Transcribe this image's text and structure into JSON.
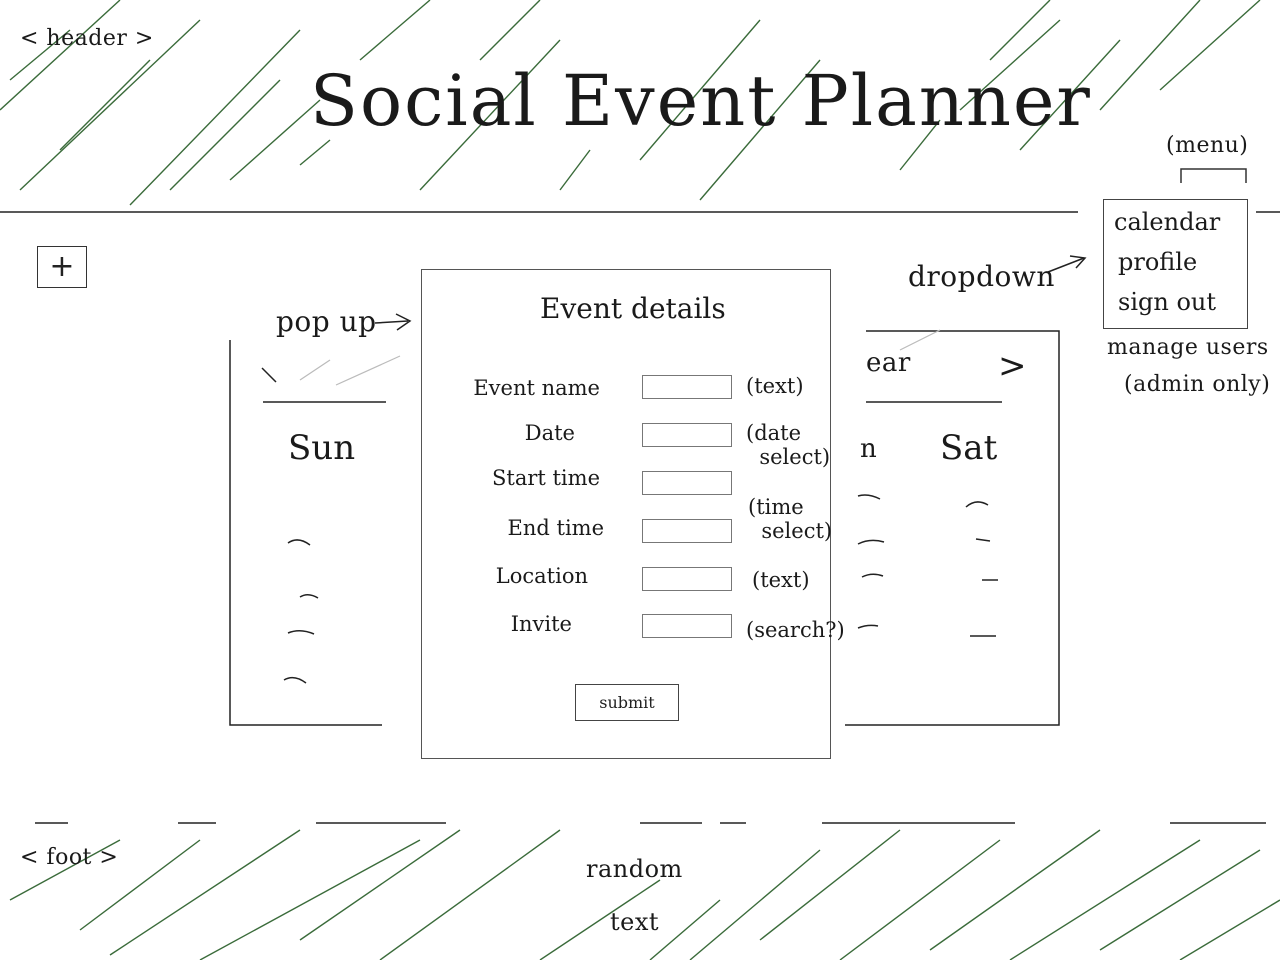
{
  "header": {
    "annotation": "< header >",
    "title": "Social Event Planner"
  },
  "menu": {
    "annotation": "(menu)",
    "dropdown_note": "dropdown",
    "items": [
      "calendar",
      "profile",
      "sign out"
    ],
    "extra_item": "manage users",
    "extra_item_note": "(admin only)"
  },
  "add_button": {
    "label": "+"
  },
  "calendar": {
    "month_label_fragment": "ear",
    "next_arrow": ">",
    "days": [
      "Sun",
      "Sat"
    ],
    "partial_day": "n"
  },
  "popup": {
    "note": "pop up",
    "title": "Event details",
    "fields": [
      {
        "label": "Event name",
        "hint": "(text)"
      },
      {
        "label": "Date",
        "hint": "(date\n  select)"
      },
      {
        "label": "Start time",
        "hint": ""
      },
      {
        "label": "End time",
        "hint": "(time\n  select)"
      },
      {
        "label": "Location",
        "hint": "(text)"
      },
      {
        "label": "Invite",
        "hint": "(search?)"
      }
    ],
    "submit_label": "submit"
  },
  "footer": {
    "annotation": "< foot >",
    "text_line1": "random",
    "text_line2": "text"
  },
  "colors": {
    "scribble": "#3a6b3a",
    "ink": "#1a1a1a"
  }
}
